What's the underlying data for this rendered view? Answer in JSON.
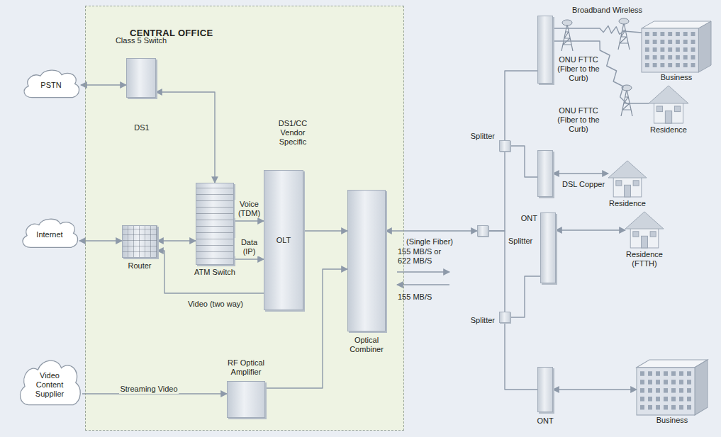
{
  "diagram": {
    "nodes": [
      {
        "text": [
          "PSTN"
        ]
      },
      {
        "text": [
          "Internet"
        ]
      },
      {
        "text": [
          "Video Content Supplier"
        ]
      },
      {
        "text": [
          "CENTRAL OFFICE"
        ]
      },
      {
        "text": [
          "Class 5 Switch"
        ],
        "in": 3
      },
      {
        "text": [
          "Router"
        ],
        "in": 3
      },
      {
        "text": [
          "ATM Switch"
        ],
        "in": 3
      },
      {
        "text": [
          "OLT"
        ],
        "in": 3
      },
      {
        "text": [
          "Optical Combiner"
        ],
        "in": 3
      },
      {
        "text": [
          "RF Optical Amplifier"
        ],
        "in": 3
      },
      {
        "text": [
          "Splitter"
        ]
      },
      {
        "text": [
          "Splitter"
        ]
      },
      {
        "text": [
          "Splitter"
        ]
      },
      {
        "text": [
          "ONU FTTC (Fiber to the Curb)"
        ]
      },
      {
        "text": [
          "ONU FTTC (Fiber to the Curb)"
        ]
      },
      {
        "text": [
          "ONT"
        ]
      },
      {
        "text": [
          "ONT"
        ]
      },
      {
        "text": [
          "Business"
        ]
      },
      {
        "text": [
          "Residence"
        ]
      },
      {
        "text": [
          "Residence"
        ]
      },
      {
        "text": [
          "Residence (FTTH)"
        ]
      },
      {
        "text": [
          "Business"
        ]
      }
    ],
    "edges": [
      {
        "from": 0,
        "to": 4,
        "arrow": "both"
      },
      {
        "from": 4,
        "to": 6,
        "arrow": "both"
      },
      {
        "from": 1,
        "to": 5,
        "arrow": "both"
      },
      {
        "from": 5,
        "to": 6,
        "arrow": "both"
      },
      {
        "from": 6,
        "to": 7,
        "label": "Voice (TDM)",
        "arrow": "to"
      },
      {
        "from": 6,
        "to": 7,
        "label": "Data (IP)",
        "arrow": "to"
      },
      {
        "from": 7,
        "to": 5,
        "label": "Video (two way)",
        "arrow": "to"
      },
      {
        "from": 7,
        "to": 8,
        "arrow": "to"
      },
      {
        "from": 2,
        "to": 9,
        "label": "Streaming Video",
        "arrow": "to"
      },
      {
        "from": 9,
        "to": 8,
        "arrow": "to"
      },
      {
        "from": 8,
        "to": 11,
        "label": "(Single Fiber)",
        "arrow": "both"
      },
      {
        "from": 11,
        "to": 10,
        "arrow": "none"
      },
      {
        "from": 11,
        "to": 12,
        "arrow": "none"
      },
      {
        "from": 10,
        "to": 13,
        "arrow": "none"
      },
      {
        "from": 10,
        "to": 14,
        "arrow": "none"
      },
      {
        "from": 12,
        "to": 15,
        "arrow": "none"
      },
      {
        "from": 12,
        "to": 16,
        "arrow": "none"
      },
      {
        "from": 13,
        "to": 17,
        "arrow": "none"
      },
      {
        "from": 13,
        "to": 18,
        "arrow": "none"
      },
      {
        "from": 14,
        "to": 19,
        "label": "DSL Copper",
        "arrow": "both"
      },
      {
        "from": 15,
        "to": 20,
        "arrow": "both"
      },
      {
        "from": 16,
        "to": 21,
        "arrow": "both"
      }
    ],
    "labels": [
      "DS1",
      "DS1/CC Vendor Specific",
      "155 MB/S or 622 MB/S",
      "155 MB/S",
      "Broadband Wireless"
    ]
  }
}
